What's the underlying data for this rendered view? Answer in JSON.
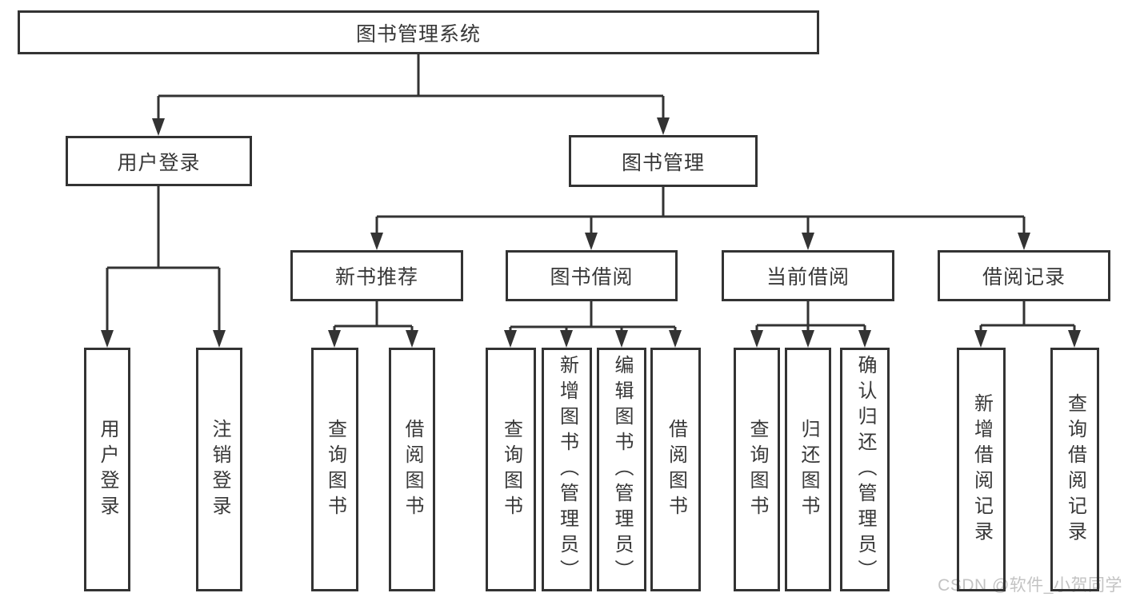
{
  "diagram": {
    "type": "tree",
    "root": {
      "label": "图书管理系统"
    },
    "branches": [
      {
        "label": "用户登录",
        "leaves": [
          {
            "label": "用户登录"
          },
          {
            "label": "注销登录"
          }
        ]
      },
      {
        "label": "图书管理",
        "groups": [
          {
            "label": "新书推荐",
            "leaves": [
              {
                "label": "查询图书"
              },
              {
                "label": "借阅图书"
              }
            ]
          },
          {
            "label": "图书借阅",
            "leaves": [
              {
                "label": "查询图书"
              },
              {
                "label": "新增图书（管理员）"
              },
              {
                "label": "编辑图书（管理员）"
              },
              {
                "label": "借阅图书"
              }
            ]
          },
          {
            "label": "当前借阅",
            "leaves": [
              {
                "label": "查询图书"
              },
              {
                "label": "归还图书"
              },
              {
                "label": "确认归还（管理员）"
              }
            ]
          },
          {
            "label": "借阅记录",
            "leaves": [
              {
                "label": "新增借阅记录"
              },
              {
                "label": "查询借阅记录"
              }
            ]
          }
        ]
      }
    ]
  },
  "watermark": {
    "text": "CSDN @软件_小贺同学",
    "color": "#c3c3c3"
  },
  "colors": {
    "line": "#333333",
    "text": "#383838",
    "background": "#ffffff"
  }
}
